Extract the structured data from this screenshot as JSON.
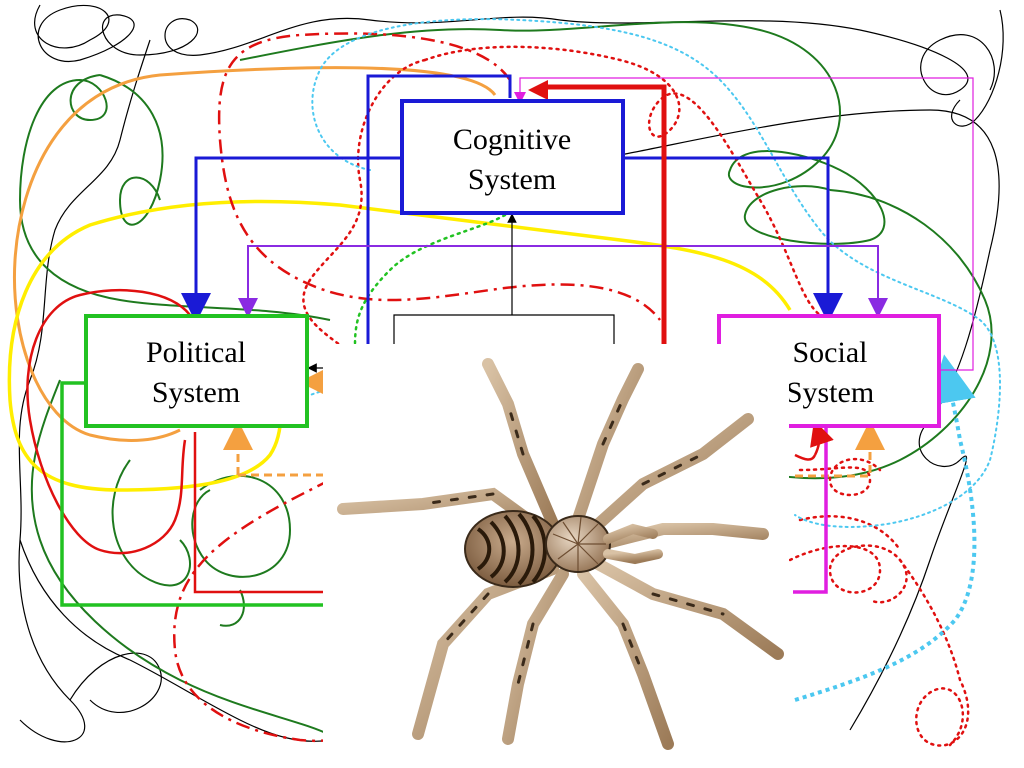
{
  "boxes": {
    "cognitive": {
      "line1": "Cognitive",
      "line2": "System",
      "border": "#1a1ad6"
    },
    "political": {
      "line1": "Political",
      "line2": "System",
      "border": "#22c222"
    },
    "social": {
      "line1": "Social",
      "line2": "System",
      "border": "#e01ee0"
    }
  },
  "colors": {
    "blue": "#1a1ad6",
    "green": "#22c222",
    "magenta": "#e01ee0",
    "red": "#e01010",
    "darkgreen": "#1e7a1e",
    "orange": "#f4a040",
    "yellow": "#ffee00",
    "cyan": "#4cc8f0",
    "purple": "#8a2be2",
    "black": "#000000"
  },
  "illustration": {
    "subject": "spider-illustration"
  }
}
